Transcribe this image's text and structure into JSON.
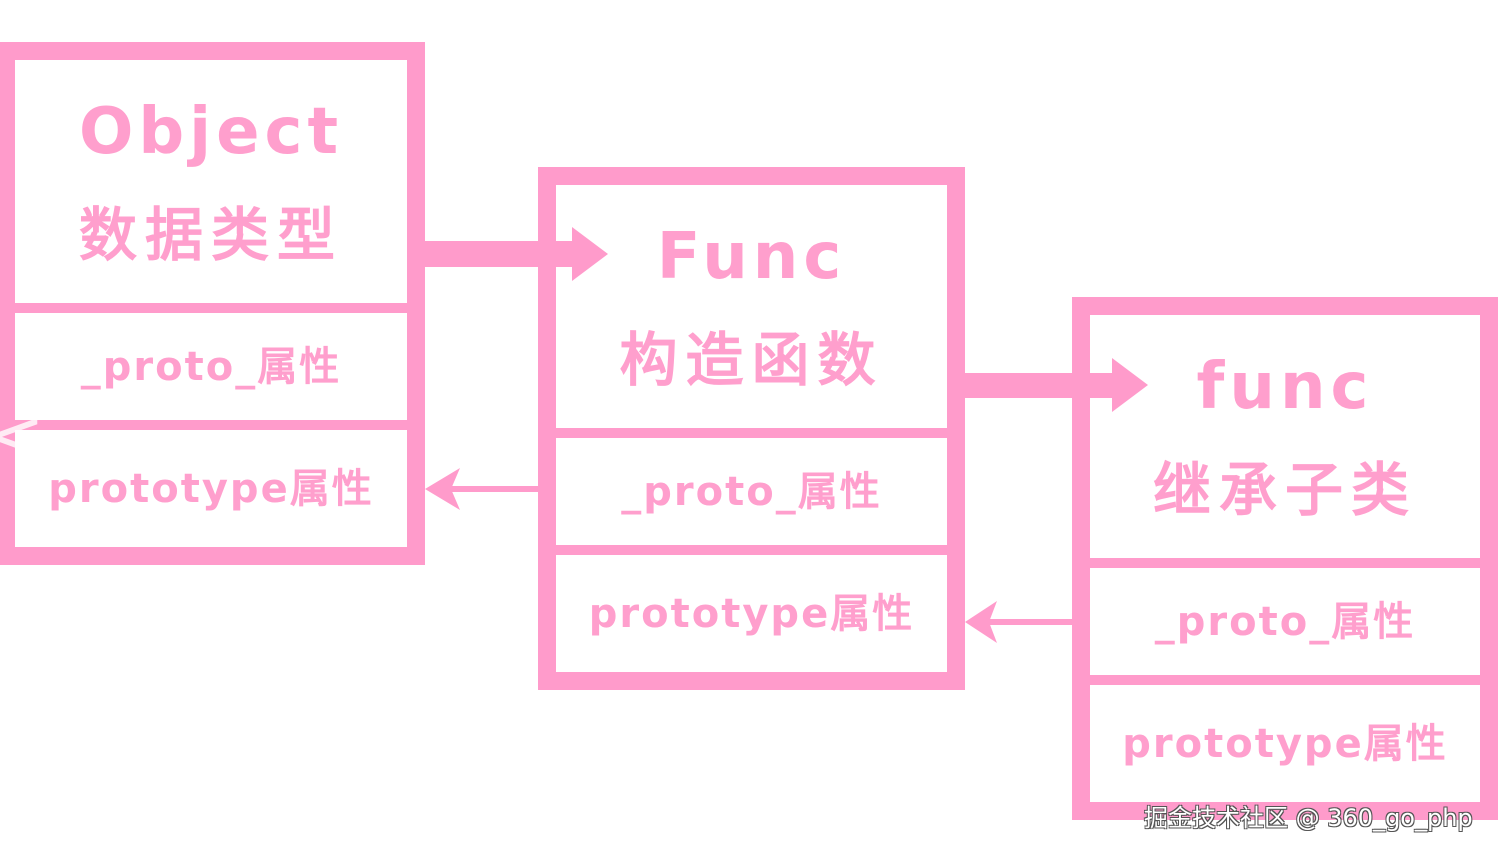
{
  "colors": {
    "border": "#ff9bcb",
    "text": "#ff9fcd",
    "background": "#ffffff"
  },
  "boxes": [
    {
      "id": "object",
      "title": "Object",
      "subtitle": "数据类型",
      "proto_label": "_proto_属性",
      "prototype_label": "prototype属性"
    },
    {
      "id": "func-constructor",
      "title": "Func",
      "subtitle": "构造函数",
      "proto_label": "_proto_属性",
      "prototype_label": "prototype属性"
    },
    {
      "id": "func-subclass",
      "title": "func",
      "subtitle": "继承子类",
      "proto_label": "_proto_属性",
      "prototype_label": "prototype属性"
    }
  ],
  "arrows": [
    {
      "from": "Object",
      "to": "Func",
      "direction": "right",
      "style": "thick"
    },
    {
      "from": "Func",
      "to": "Object",
      "direction": "left",
      "style": "thin",
      "target": "prototype属性"
    },
    {
      "from": "Func",
      "to": "func",
      "direction": "right",
      "style": "thick"
    },
    {
      "from": "func",
      "to": "Func",
      "direction": "left",
      "style": "thin",
      "target": "prototype属性"
    }
  ],
  "watermark": "掘金技术社区 @ 360_go_php",
  "edge_glyph": "<"
}
